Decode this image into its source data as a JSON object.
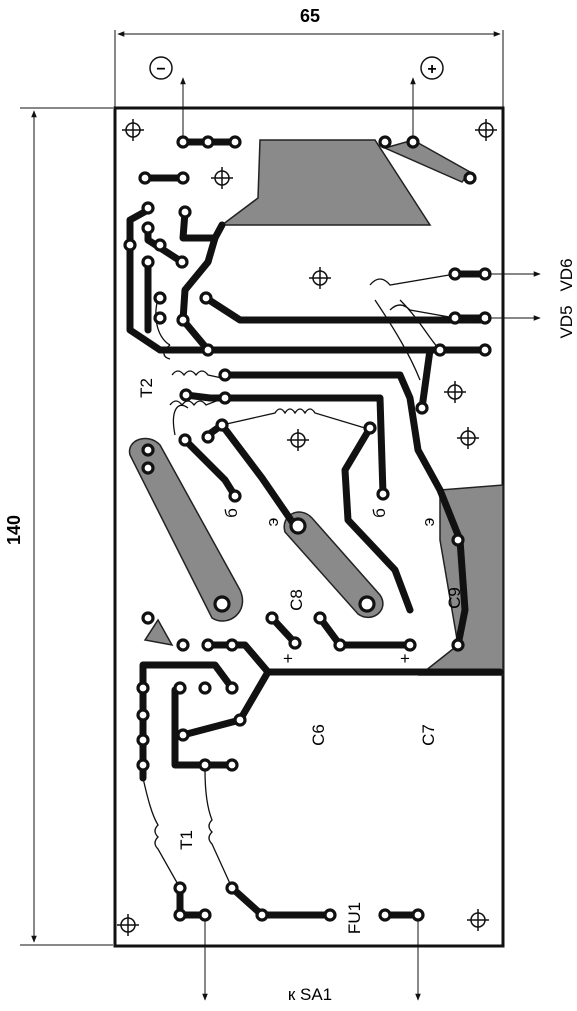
{
  "dimensions": {
    "width": "65",
    "height": "140"
  },
  "terminals": {
    "minus": "−",
    "plus": "+"
  },
  "labels": {
    "vd6": "VD6",
    "vd5": "VD5",
    "t2": "T2",
    "t1": "T1",
    "c6": "C6",
    "c7": "C7",
    "c8": "C8",
    "c9": "C9",
    "fu1": "FU1",
    "to_sa1": "к SA1",
    "b_left": "б",
    "b_right": "б",
    "e_mid": "э",
    "e_right": "э",
    "plus_c8": "+",
    "plus_c9": "+"
  }
}
